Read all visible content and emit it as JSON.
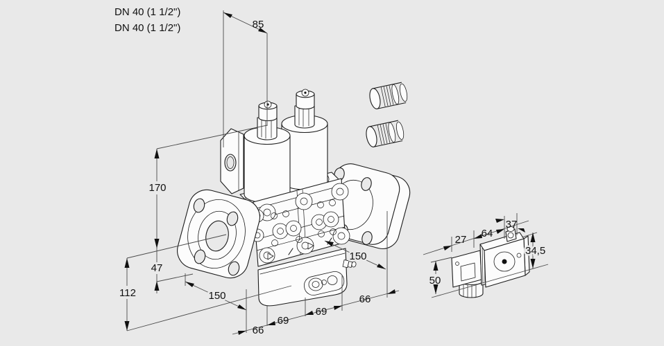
{
  "drawing": {
    "product_labels": [
      "DN 40 (1 1/2\")",
      "DN 40 (1 1/2\")"
    ],
    "dimensions": {
      "d85": "85",
      "d170": "170",
      "d47": "47",
      "d112": "112",
      "d150_left": "150",
      "d150_right": "150",
      "d66_left": "66",
      "d69_left": "69",
      "d69_right": "69",
      "d66_right": "66",
      "d27": "27",
      "d64": "64",
      "d37": "37",
      "d34_5": "34,5",
      "d50": "50"
    },
    "colors": {
      "background": "#e9e9e9",
      "line": "#1b1b1b",
      "dimension_line": "#4a4a4a",
      "part_fill": "#fcfcfc",
      "text": "#101010"
    }
  }
}
